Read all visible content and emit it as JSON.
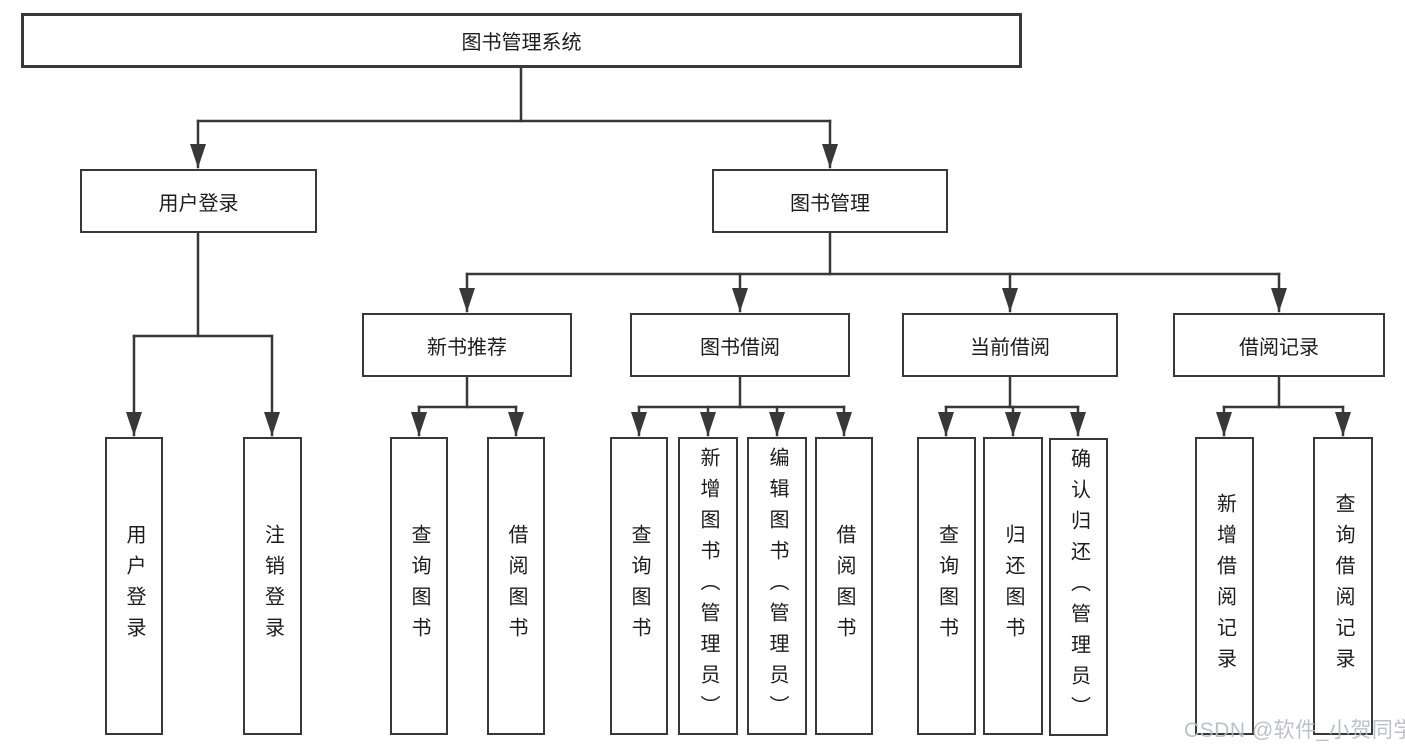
{
  "tree": {
    "label": "图书管理系统",
    "children": [
      {
        "label": "用户登录",
        "children": [
          {
            "label": "用户登录"
          },
          {
            "label": "注销登录"
          }
        ]
      },
      {
        "label": "图书管理",
        "children": [
          {
            "label": "新书推荐",
            "children": [
              {
                "label": "查询图书"
              },
              {
                "label": "借阅图书"
              }
            ]
          },
          {
            "label": "图书借阅",
            "children": [
              {
                "label": "查询图书"
              },
              {
                "label": "新增图书（管理员）"
              },
              {
                "label": "编辑图书（管理员）"
              },
              {
                "label": "借阅图书"
              }
            ]
          },
          {
            "label": "当前借阅",
            "children": [
              {
                "label": "查询图书"
              },
              {
                "label": "归还图书"
              },
              {
                "label": "确认归还（管理员）"
              }
            ]
          },
          {
            "label": "借阅记录",
            "children": [
              {
                "label": "新增借阅记录"
              },
              {
                "label": "查询借阅记录"
              }
            ]
          }
        ]
      }
    ]
  },
  "watermark": {
    "text": "CSDN @软件_小贺同学",
    "color": "#b7bbc4"
  },
  "colors": {
    "line": "#383838",
    "text": "#1c1c1c",
    "background": "#ffffff"
  }
}
